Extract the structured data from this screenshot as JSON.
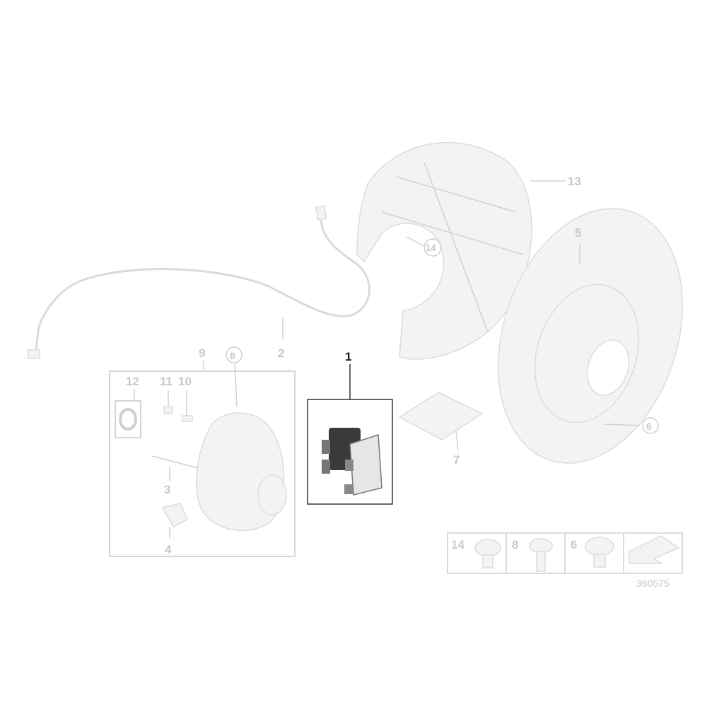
{
  "diagram_id": "360575",
  "highlighted_part": "1",
  "callouts": {
    "p1": "1",
    "p2": "2",
    "p3": "3",
    "p4": "4",
    "p5": "5",
    "p6": "6",
    "p7": "7",
    "p8": "8",
    "p9": "9",
    "p10": "10",
    "p11": "11",
    "p12": "12",
    "p13": "13",
    "p14": "14"
  },
  "legend": [
    {
      "label": "14",
      "icon": "flange-bolt-icon"
    },
    {
      "label": "8",
      "icon": "long-bolt-icon"
    },
    {
      "label": "6",
      "icon": "countersunk-screw-icon"
    },
    {
      "label": "",
      "icon": "arrow-icon"
    }
  ],
  "colors": {
    "faded": "#d0d0d0",
    "highlight": "#111111"
  }
}
